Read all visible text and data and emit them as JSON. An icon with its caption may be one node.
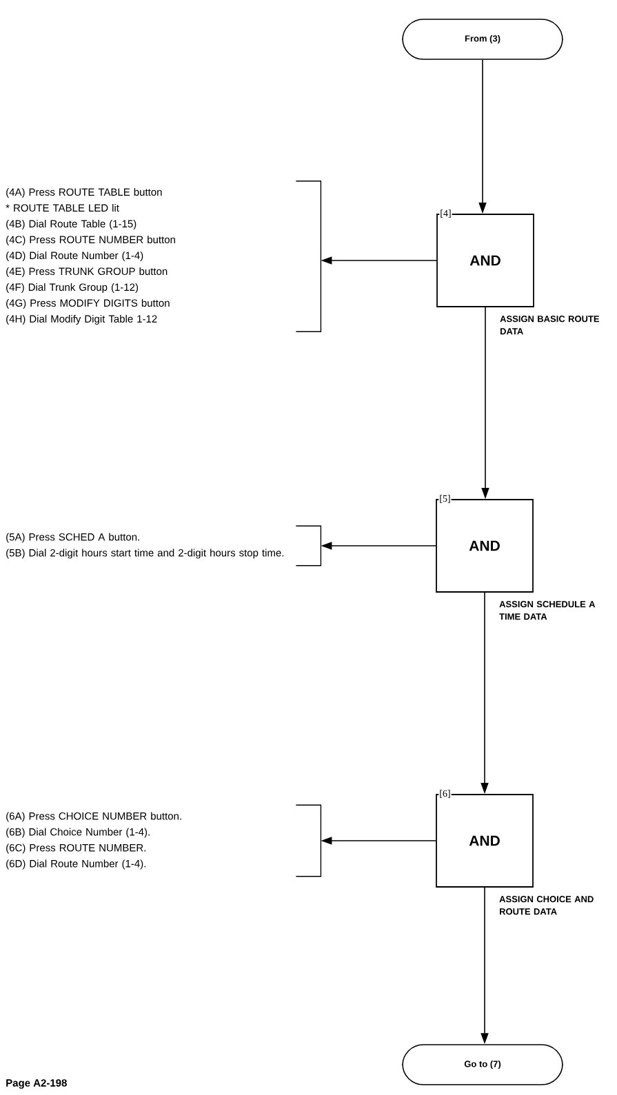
{
  "diagram": {
    "nodes": [
      {
        "text": [
          "From (3)"
        ]
      },
      {
        "text": [
          "(4A) Press ROUTE TABLE button",
          "* ROUTE TABLE LED lit",
          "(4B) Dial Route Table (1-15)",
          "(4C) Press ROUTE NUMBER button",
          "(4D) Dial Route Number (1-4)",
          "(4E) Press TRUNK GROUP button",
          "(4F) Dial Trunk Group (1-12)",
          "(4G) Press MODIFY DIGITS button",
          "(4H) Dial Modify Digit Table 1-12"
        ]
      },
      {
        "text": [
          "AND"
        ],
        "beside": [
          "[4]",
          "ASSIGN BASIC ROUTE DATA"
        ]
      },
      {
        "text": [
          "(5A) Press SCHED A button.",
          "(5B) Dial 2-digit hours start time and 2-digit hours stop time."
        ]
      },
      {
        "text": [
          "AND"
        ],
        "beside": [
          "[5]",
          "ASSIGN SCHEDULE A TIME DATA"
        ]
      },
      {
        "text": [
          "(6A) Press CHOICE NUMBER button.",
          "(6B) Dial Choice Number (1-4).",
          "(6C) Press ROUTE NUMBER.",
          "(6D) Dial Route Number (1-4)."
        ]
      },
      {
        "text": [
          "AND"
        ],
        "beside": [
          "[6]",
          "ASSIGN CHOICE AND ROUTE DATA"
        ]
      },
      {
        "text": [
          "Go to (7)"
        ]
      }
    ],
    "edges": [
      {
        "from": 0,
        "to": 2,
        "arrow": "to"
      },
      {
        "from": 2,
        "to": 1,
        "arrow": "to"
      },
      {
        "from": 2,
        "to": 4,
        "arrow": "to"
      },
      {
        "from": 4,
        "to": 3,
        "arrow": "to"
      },
      {
        "from": 4,
        "to": 6,
        "arrow": "to"
      },
      {
        "from": 6,
        "to": 5,
        "arrow": "to"
      },
      {
        "from": 6,
        "to": 7,
        "arrow": "to"
      }
    ],
    "labels": [
      "Page A2-198"
    ]
  }
}
